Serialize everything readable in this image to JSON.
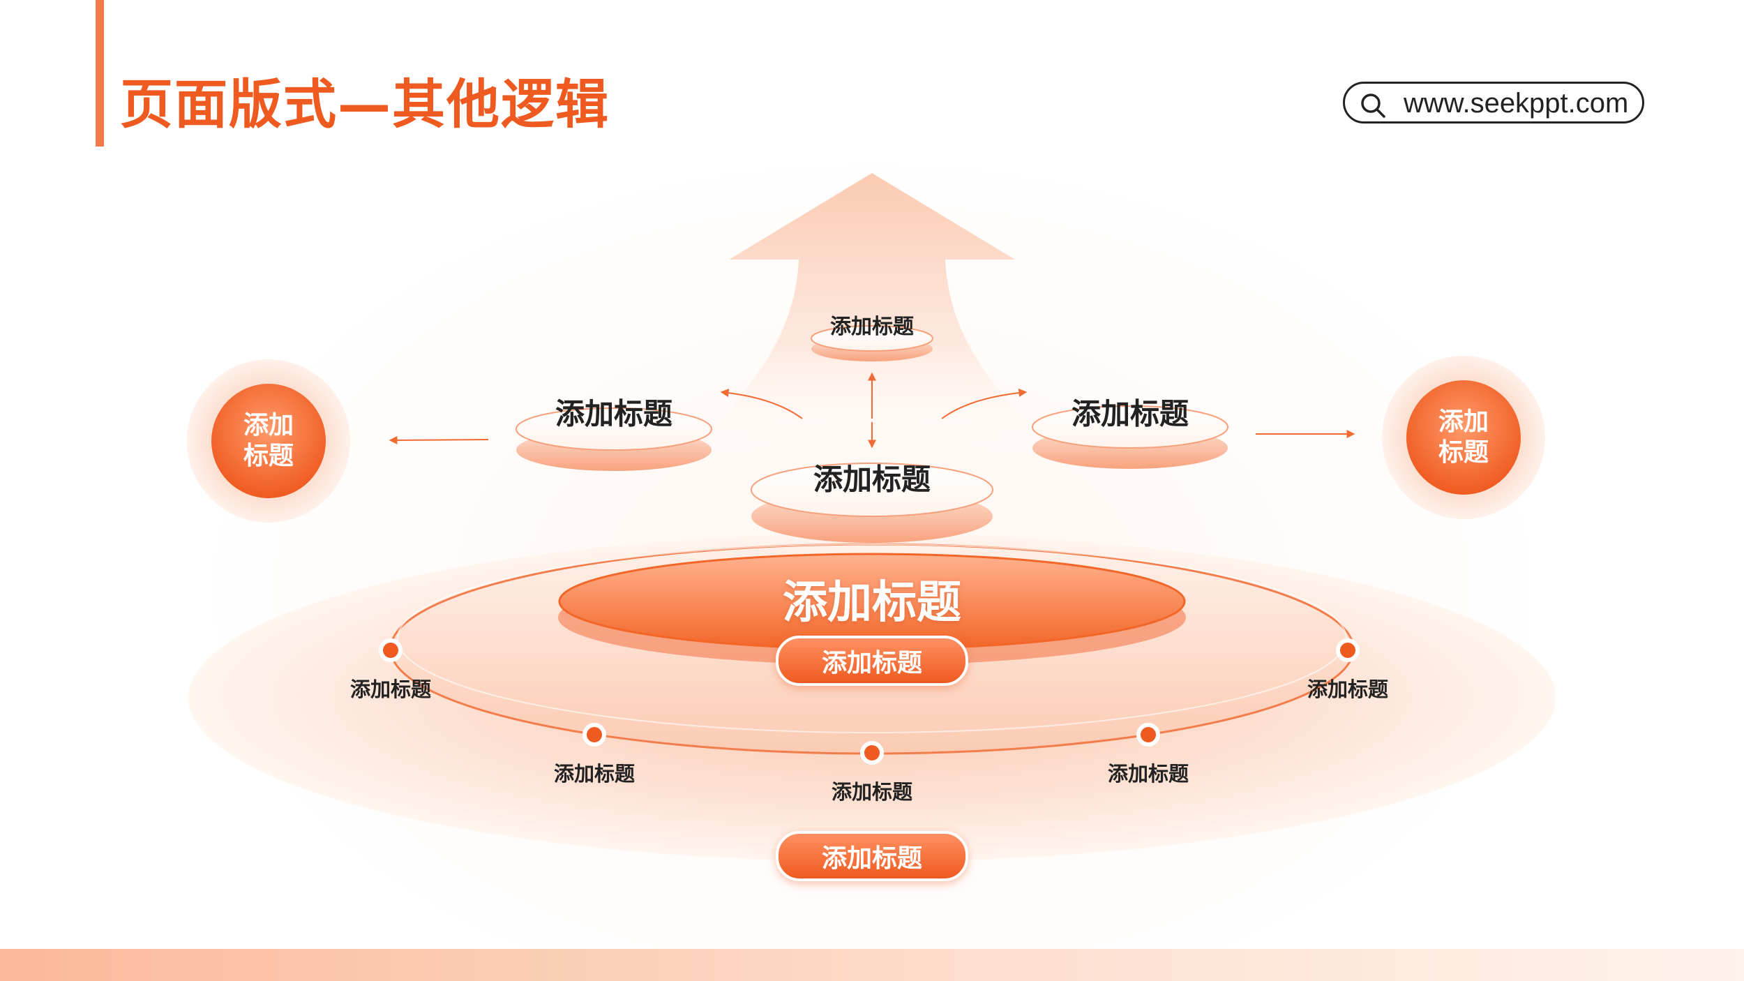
{
  "page": {
    "title": "页面版式—其他逻辑",
    "search_url": "www.seekppt.com",
    "search_icon": "search-icon"
  },
  "diagram": {
    "top_disc": "添加标题",
    "left_disc": "添加标题",
    "right_disc": "添加标题",
    "center_disc": "添加标题",
    "left_circle": "添加\n标题",
    "right_circle": "添加\n标题",
    "base_title": "添加标题",
    "base_pill_upper": "添加标题",
    "base_pill_lower": "添加标题",
    "ring_points": [
      "添加标题",
      "添加标题",
      "添加标题",
      "添加标题",
      "添加标题"
    ]
  },
  "colors": {
    "accent": "#ee5a1f",
    "accent_light": "#ff9063",
    "pale": "#fde3d6"
  }
}
